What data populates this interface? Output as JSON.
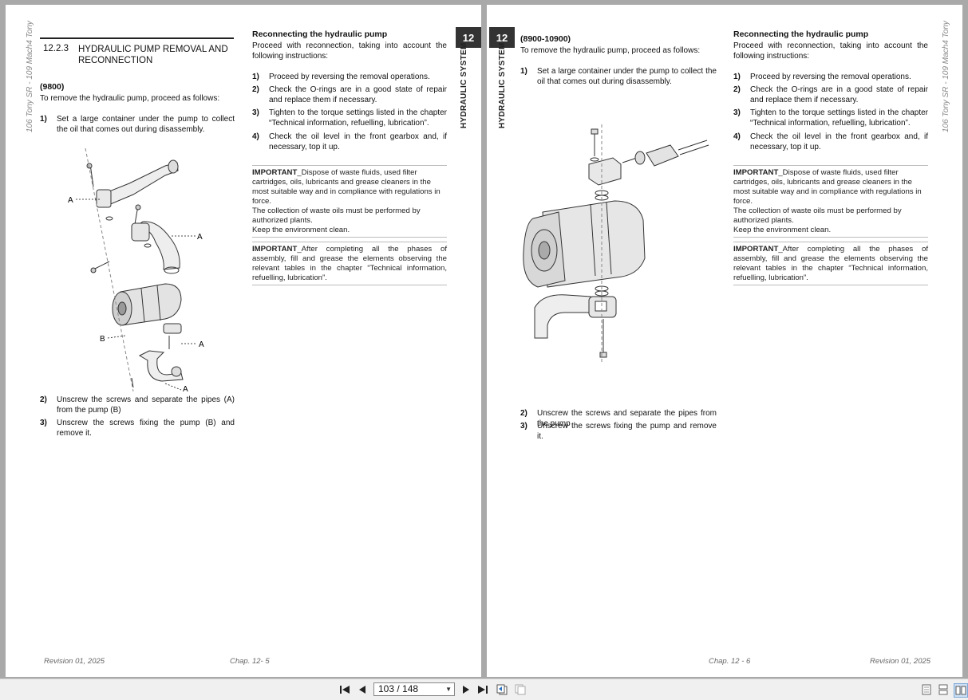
{
  "left_page": {
    "side_text": "106 Tony SR - 109 Mach4 Tony",
    "chapter_tab": "12",
    "chapter_vertical": "HYDRAULIC SYSTEM",
    "section_number": "12.2.3",
    "section_title_line1": "HYDRAULIC PUMP REMOVAL AND",
    "section_title_line2": "RECONNECTION",
    "model_heading": "(9800)",
    "intro": "To remove the hydraulic pump, proceed as follows:",
    "step1_num": "1)",
    "step1_text": "Set a large container under the pump to collect the oil that comes out during disassembly.",
    "diagram_labels": {
      "a": "A",
      "b": "B"
    },
    "step2_num": "2)",
    "step2_text": "Unscrew the screws and separate the pipes (A) from the pump (B)",
    "step3_num": "3)",
    "step3_text": "Unscrew the screws fixing the pump (B) and remove it.",
    "reconnect_heading": "Reconnecting the hydraulic pump",
    "reconnect_intro": "Proceed with reconnection, taking into account the following instructions:",
    "r1_num": "1)",
    "r1_text": "Proceed by reversing the removal operations.",
    "r2_num": "2)",
    "r2_text": "Check the O-rings are in a good state of repair and replace them if necessary.",
    "r3_num": "3)",
    "r3_text": "Tighten to the torque settings listed in the chapter “Technical information, refuelling, lubrication”.",
    "r4_num": "4)",
    "r4_text": "Check the oil level in the front gearbox and, if necessary, top it up.",
    "important1_label": "IMPORTANT",
    "important1_l1": "_Dispose of waste fluids, used filter cartridges, oils, lubricants and grease cleaners in the most suitable way and in compliance with regulations in force.",
    "important1_l2": "The collection of waste oils must be performed by authorized plants.",
    "important1_l3": "Keep the environment clean.",
    "important2_label": "IMPORTANT",
    "important2_text": "_After completing all the phases of assembly, fill and grease the elements observing the relevant tables in the chapter “Technical information, refuelling, lubrication”.",
    "footer_left": "Revision 01, 2025",
    "footer_center": "Chap. 12- 5"
  },
  "right_page": {
    "side_text": "106 Tony SR - 109 Mach4 Tony",
    "chapter_tab": "12",
    "chapter_vertical": "HYDRAULIC SYSTEM",
    "model_heading": "(8900-10900)",
    "intro": "To remove the hydraulic pump, proceed as follows:",
    "step1_num": "1)",
    "step1_text": "Set a large container under the pump to collect the oil that comes out during disassembly.",
    "step2_num": "2)",
    "step2_text": "Unscrew the screws and separate the pipes from the pump",
    "step3_num": "3)",
    "step3_text": "Unscrew the screws fixing the pump and remove it.",
    "reconnect_heading": "Reconnecting the hydraulic pump",
    "reconnect_intro": "Proceed with reconnection, taking into account the following instructions:",
    "r1_num": "1)",
    "r1_text": "Proceed by reversing the removal operations.",
    "r2_num": "2)",
    "r2_text": "Check the O-rings are in a good state of repair and replace them if necessary.",
    "r3_num": "3)",
    "r3_text": "Tighten to the torque settings listed in the chapter “Technical information, refuelling, lubrication”.",
    "r4_num": "4)",
    "r4_text": "Check the oil level in the front gearbox and, if necessary, top it up.",
    "important1_label": "IMPORTANT",
    "important1_l1": "_Dispose of waste fluids, used filter cartridges, oils, lubricants and grease cleaners in the most suitable way and in compliance with regulations in force.",
    "important1_l2": "The collection of waste oils must be performed by authorized plants.",
    "important1_l3": "Keep the environment clean.",
    "important2_label": "IMPORTANT",
    "important2_text": "_After completing all the phases of assembly, fill and grease the elements observing the relevant tables in the chapter “Technical information, refuelling, lubrication”.",
    "footer_center": "Chap. 12 - 6",
    "footer_right": "Revision 01, 2025"
  },
  "toolbar": {
    "page_indicator": "103 / 148",
    "icons": [
      "first-page-icon",
      "prev-page-icon",
      "next-page-icon",
      "last-page-icon",
      "go-back-view-icon",
      "go-forward-view-icon",
      "single-page-view-icon",
      "continuous-view-icon",
      "two-page-view-icon"
    ]
  }
}
